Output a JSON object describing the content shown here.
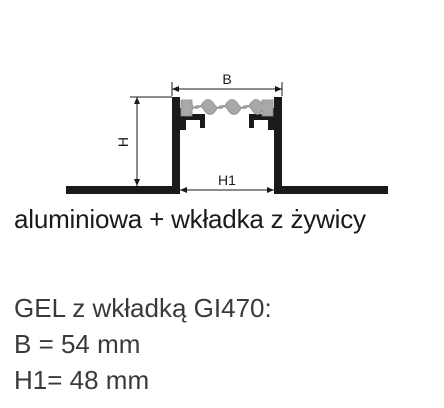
{
  "diagram": {
    "label_b": "B",
    "label_h": "H",
    "label_h1": "H1",
    "colors": {
      "profile": "#1a1a1a",
      "insert": "#a8a8a8",
      "dimension": "#1a1a1a"
    }
  },
  "caption": "aluminiowa + wkładka z żywicy",
  "specs": {
    "title": "GEL z wkładką GI470:",
    "b_value": "B = 54 mm",
    "h1_value": "H1= 48 mm"
  }
}
